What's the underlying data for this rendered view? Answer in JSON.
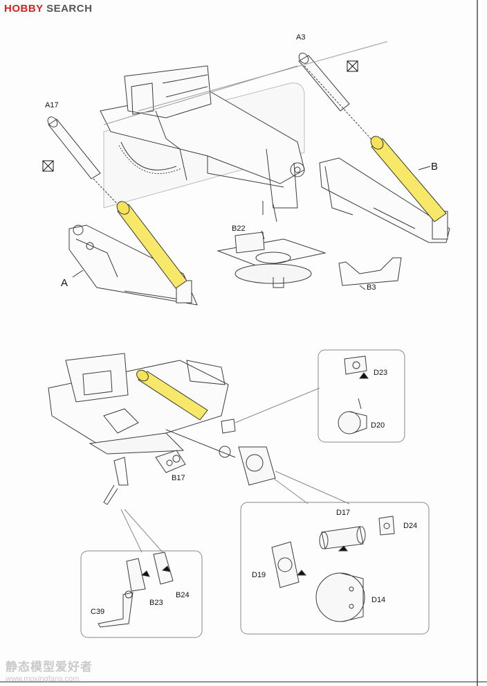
{
  "watermarks": {
    "brand_part1": "HOBBY",
    "brand_part2": "SEARCH",
    "site_cn": "静态模型爱好者",
    "site_url": "www.moxingfans.com"
  },
  "step_top": {
    "part_labels": {
      "a3": "A3",
      "a17": "A17",
      "b22": "B22",
      "b3": "B3"
    },
    "assembly_labels": {
      "a": "A",
      "b": "B"
    }
  },
  "step_bottom": {
    "part_labels": {
      "b17": "B17"
    },
    "detail_right_top": {
      "d23": "D23",
      "d20": "D20"
    },
    "detail_right_bottom": {
      "d17": "D17",
      "d24": "D24",
      "d19": "D19",
      "d14": "D14"
    },
    "detail_left": {
      "b23": "B23",
      "b24": "B24",
      "c39": "C39"
    }
  },
  "colors": {
    "highlight_yellow": "#f8e86a",
    "line": "#3a3a3a"
  }
}
